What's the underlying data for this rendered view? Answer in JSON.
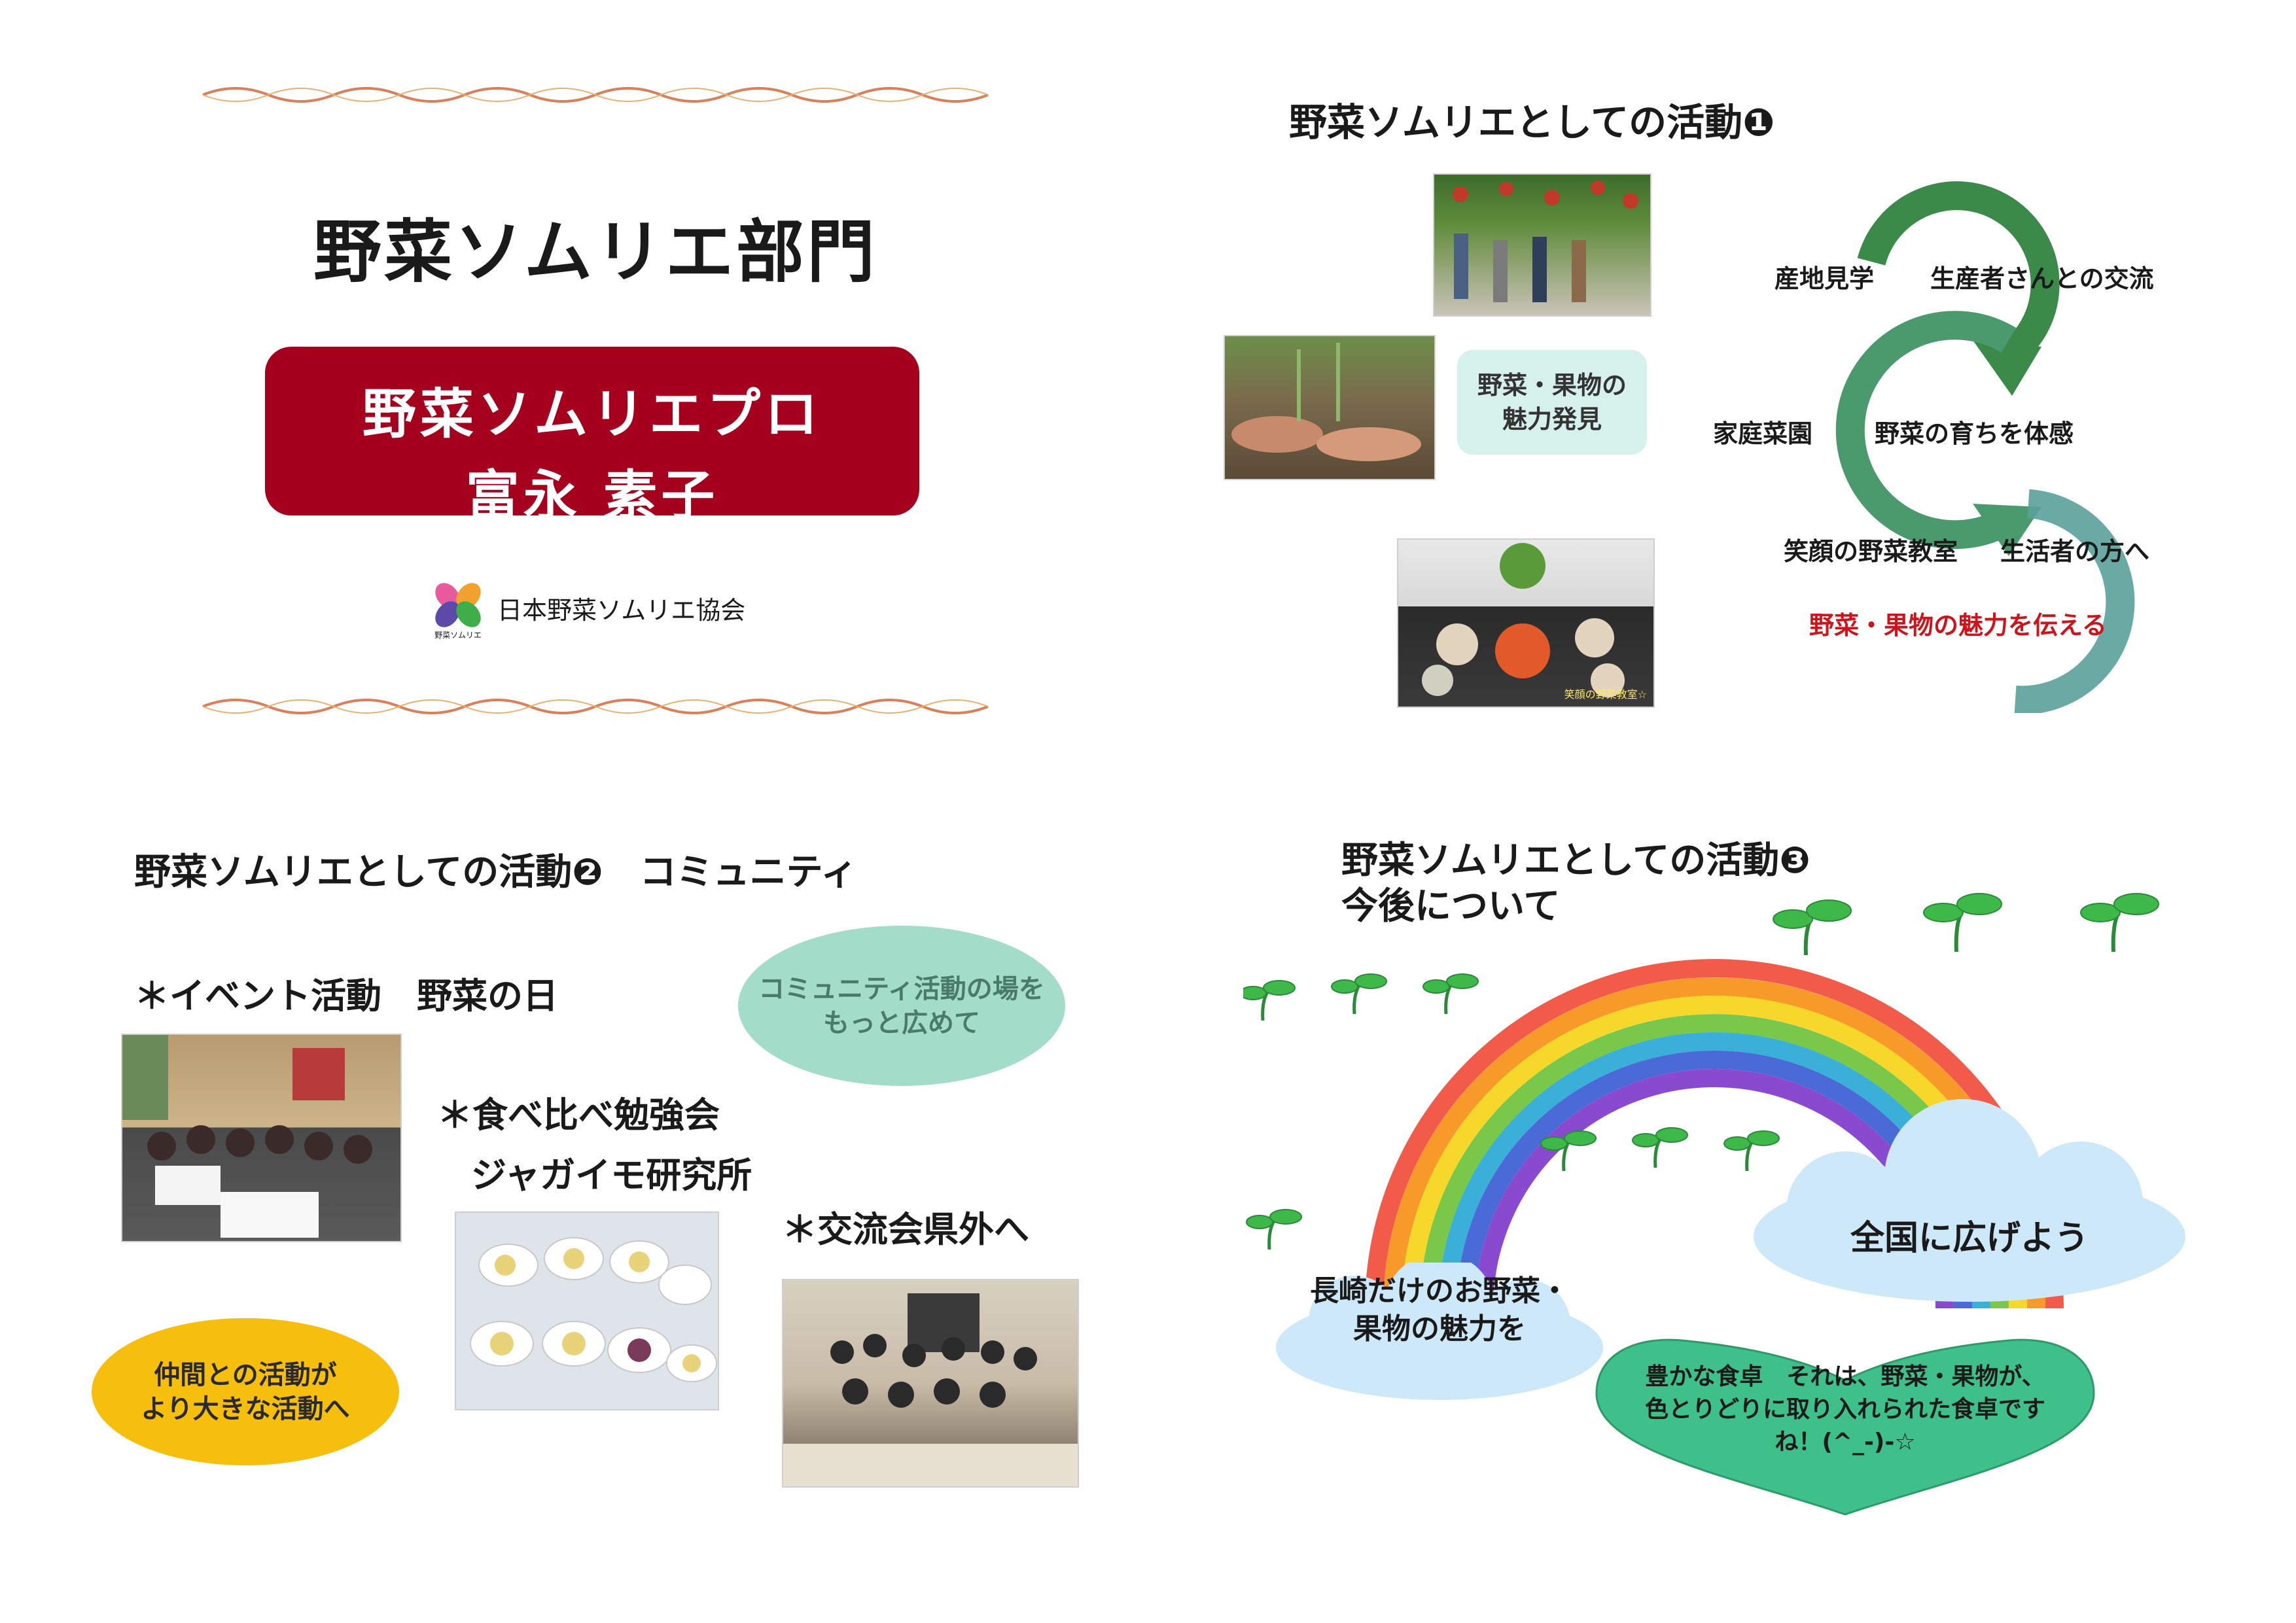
{
  "panel1": {
    "title": "野菜ソムリエ部門",
    "box_line1": "野菜ソムリエプロ",
    "box_line2": "富永 素子",
    "logo_caption": "野菜ソムリエ",
    "org_name": "日本野菜ソムリエ協会",
    "box_color": "#a6001f"
  },
  "panel2": {
    "title": "野菜ソムリエとしての活動❶",
    "label_center": "野菜・果物の\n魅力発見",
    "cycle": {
      "l1a": "産地見学",
      "l1b": "生産者さんとの交流",
      "l2a": "家庭菜園",
      "l2b": "野菜の育ちを体感",
      "l3a": "笑顔の野菜教室",
      "l3b": "生活者の方へ",
      "l4": "野菜・果物の魅力を伝える"
    },
    "photo_caption": "笑顔の野菜教室☆"
  },
  "panel3": {
    "title": "野菜ソムリエとしての活動❷　コミュニティ",
    "item1": "＊イベント活動　野菜の日",
    "item2a": "＊食べ比べ勉強会",
    "item2b": "ジャガイモ研究所",
    "item3": "＊交流会県外へ",
    "bubble_green": "コミュニティ活動の場を\nもっと広めて",
    "bubble_yellow": "仲間との活動が\nより大きな活動へ"
  },
  "panel4": {
    "title_line1": "野菜ソムリエとしての活動❸",
    "title_line2": "今後について",
    "cloud_left": "長崎だけのお野菜・\n果物の魅力を",
    "cloud_right": "全国に広げよう",
    "heart_line1": "豊かな食卓　それは、野菜・果物が、",
    "heart_line2": "色とりどりに取り入れられた食卓です",
    "heart_line3": "ね！(^_-)-☆"
  }
}
